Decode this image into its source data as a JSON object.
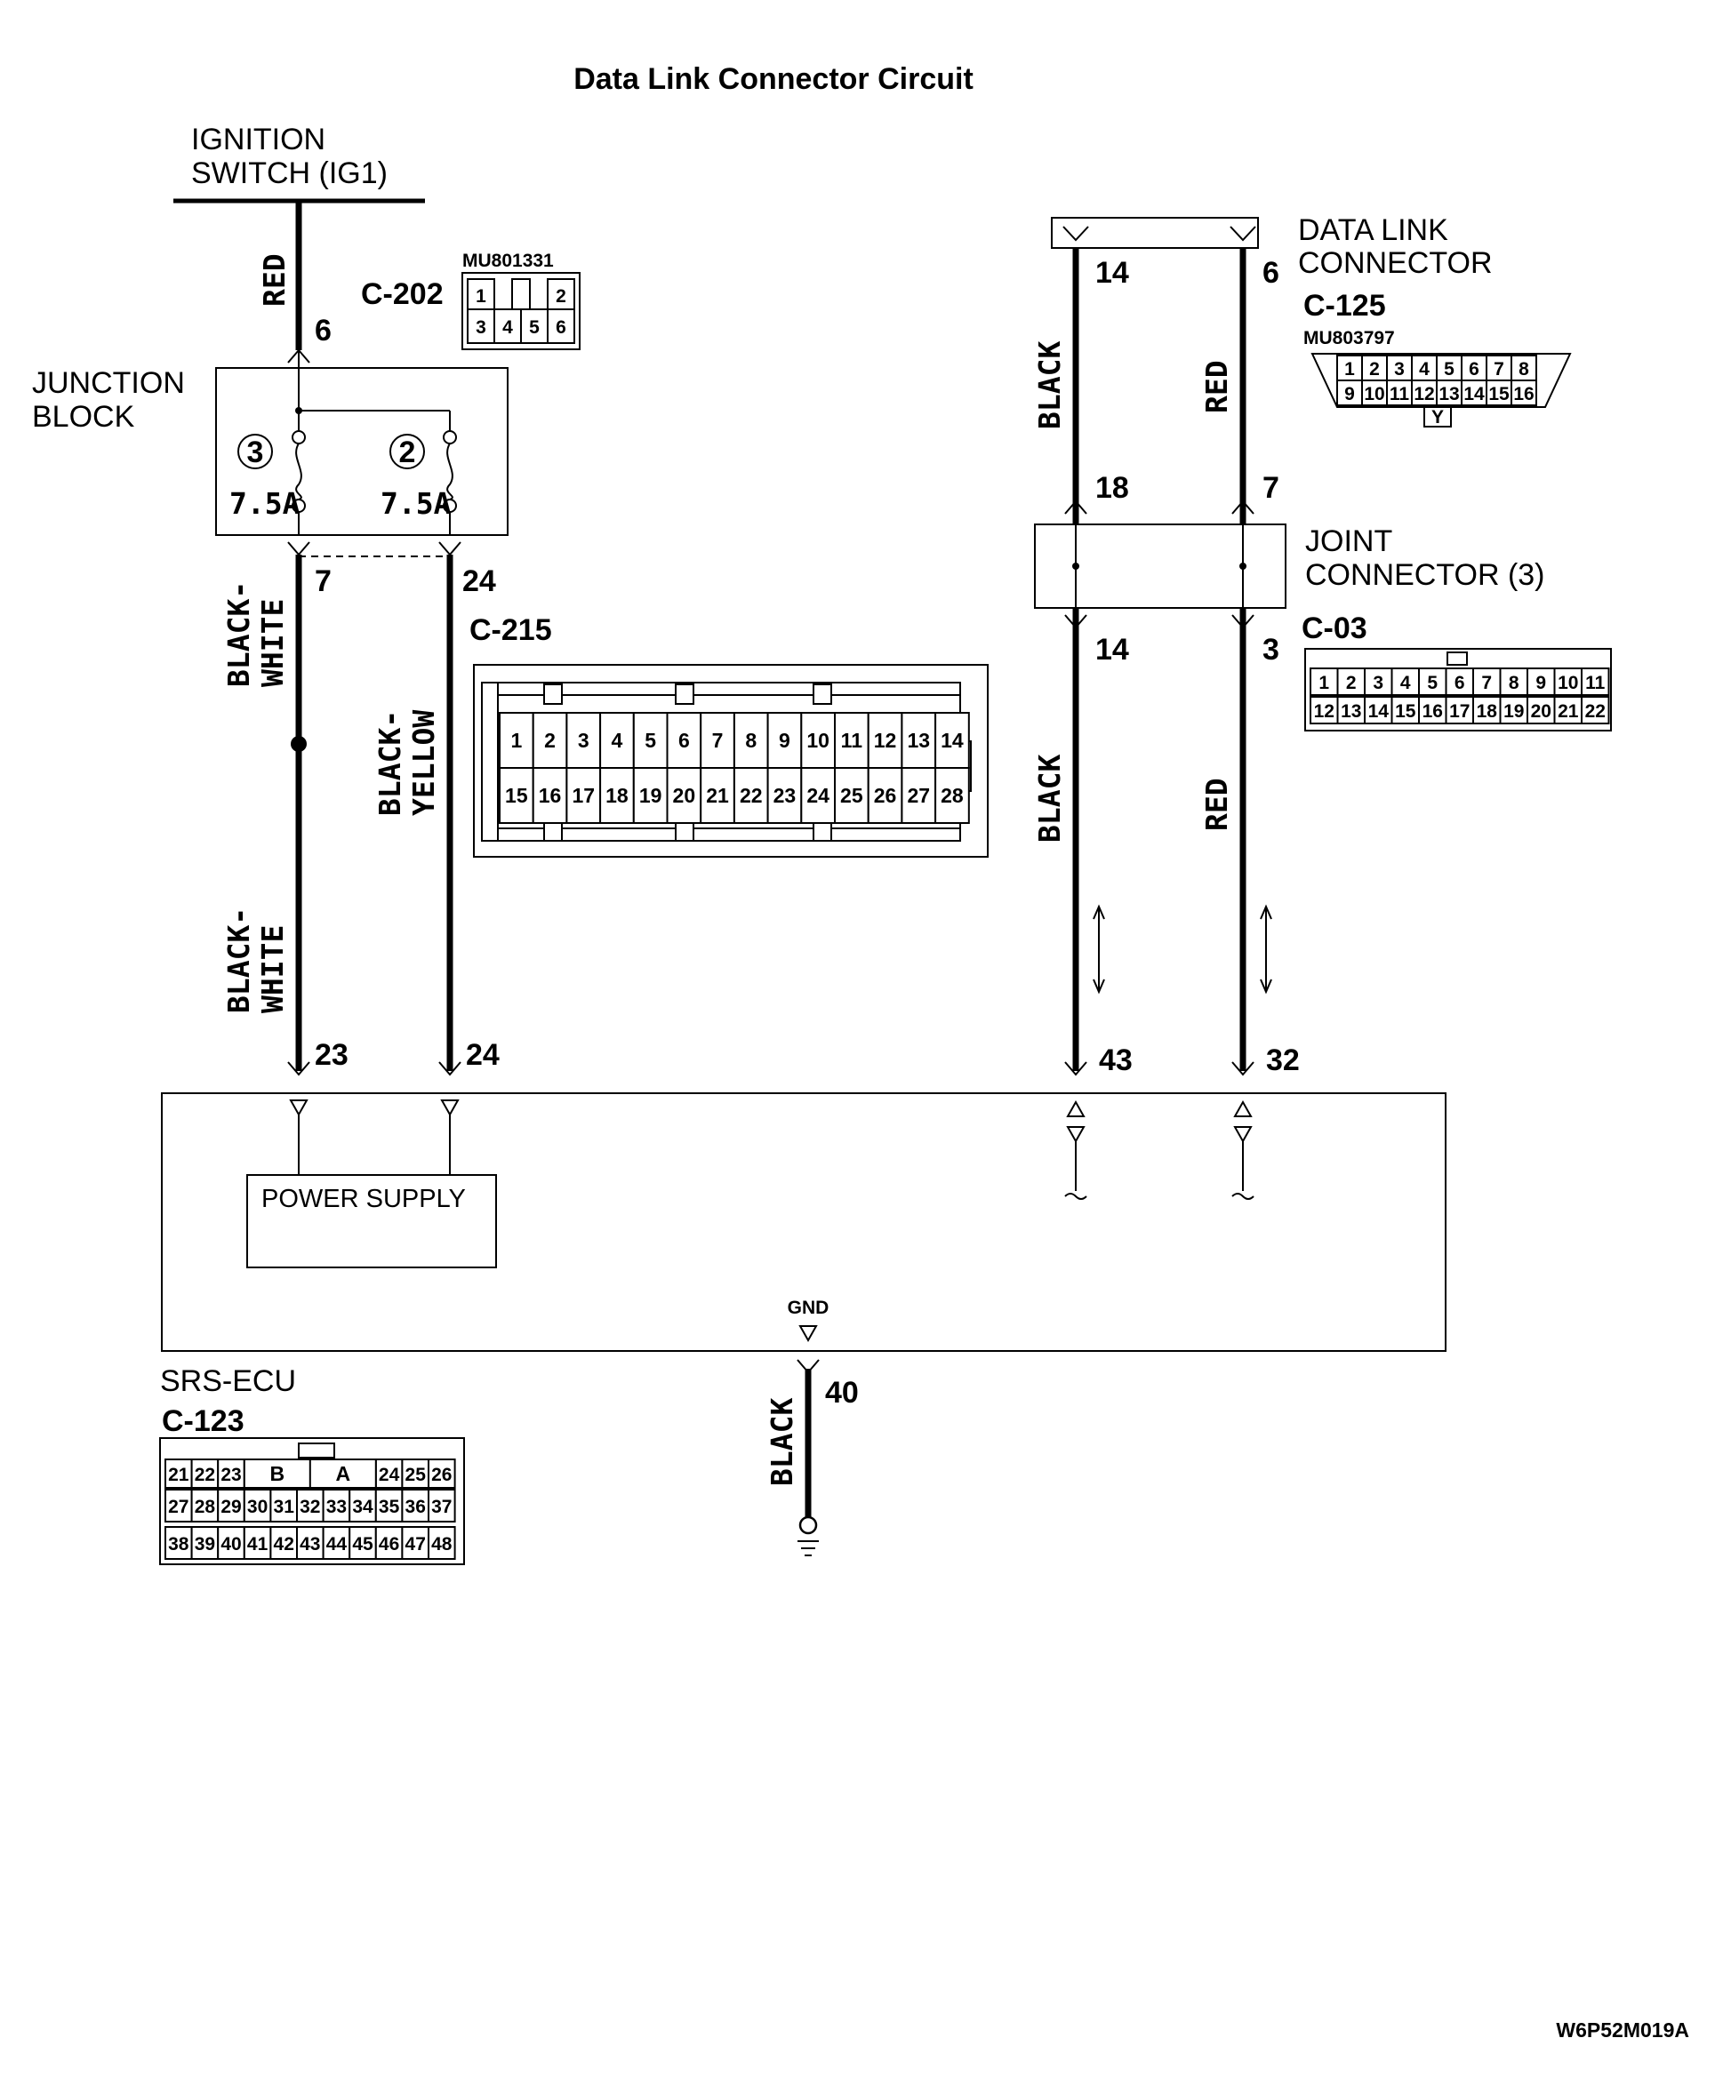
{
  "title": "Data Link Connector Circuit",
  "diagram_id": "W6P52M019A",
  "ignition_switch": {
    "line1": "IGNITION",
    "line2": "SWITCH (IG1)"
  },
  "junction_block": {
    "line1": "JUNCTION",
    "line2": "BLOCK",
    "fuse_left": {
      "number": "3",
      "rating": "7.5A"
    },
    "fuse_right": {
      "number": "2",
      "rating": "7.5A"
    },
    "pin_in": "6",
    "pin_out_left": "7",
    "pin_out_right": "24"
  },
  "connector_c202": {
    "name": "C-202",
    "part_no": "MU801331",
    "cells_top": [
      "1",
      "2"
    ],
    "cells_bottom": [
      "3",
      "4",
      "5",
      "6"
    ]
  },
  "connector_c215": {
    "name": "C-215",
    "row1": [
      "1",
      "2",
      "3",
      "4",
      "5",
      "6",
      "7",
      "8",
      "9",
      "10",
      "11",
      "12",
      "13",
      "14"
    ],
    "row2": [
      "15",
      "16",
      "17",
      "18",
      "19",
      "20",
      "21",
      "22",
      "23",
      "24",
      "25",
      "26",
      "27",
      "28"
    ]
  },
  "data_link_connector": {
    "line1": "DATA LINK",
    "line2": "CONNECTOR",
    "name": "C-125",
    "part_no": "MU803797",
    "pin_left": "14",
    "pin_right": "6",
    "row1": [
      "1",
      "2",
      "3",
      "4",
      "5",
      "6",
      "7",
      "8"
    ],
    "row2": [
      "9",
      "10",
      "11",
      "12",
      "13",
      "14",
      "15",
      "16"
    ],
    "key": "Y"
  },
  "joint_connector": {
    "line1": "JOINT",
    "line2": "CONNECTOR (3)",
    "name": "C-03",
    "pin_in_left": "18",
    "pin_in_right": "7",
    "pin_out_left": "14",
    "pin_out_right": "3",
    "row1": [
      "1",
      "2",
      "3",
      "4",
      "5",
      "6",
      "7",
      "8",
      "9",
      "10",
      "11"
    ],
    "row2": [
      "12",
      "13",
      "14",
      "15",
      "16",
      "17",
      "18",
      "19",
      "20",
      "21",
      "22"
    ]
  },
  "srs_ecu": {
    "label": "SRS-ECU",
    "name": "C-123",
    "power_supply": "POWER SUPPLY",
    "gnd": "GND",
    "pin_23": "23",
    "pin_24": "24",
    "pin_43": "43",
    "pin_32": "32",
    "pin_40": "40",
    "row1_left": [
      "21",
      "22",
      "23"
    ],
    "row1_mid": [
      "B",
      "A"
    ],
    "row1_right": [
      "24",
      "25",
      "26"
    ],
    "row2": [
      "27",
      "28",
      "29",
      "30",
      "31",
      "32",
      "33",
      "34",
      "35",
      "36",
      "37"
    ],
    "row3": [
      "38",
      "39",
      "40",
      "41",
      "42",
      "43",
      "44",
      "45",
      "46",
      "47",
      "48"
    ]
  },
  "wire_colors": {
    "ign_to_jb": "RED",
    "jb7_upper": "BLACK-\nWHITE",
    "jb24": "BLACK-\nYELLOW",
    "jb7_lower": "BLACK-\nWHITE",
    "dlc14": "BLACK",
    "dlc6": "RED",
    "jc14": "BLACK",
    "jc3": "RED",
    "gnd40": "BLACK"
  }
}
